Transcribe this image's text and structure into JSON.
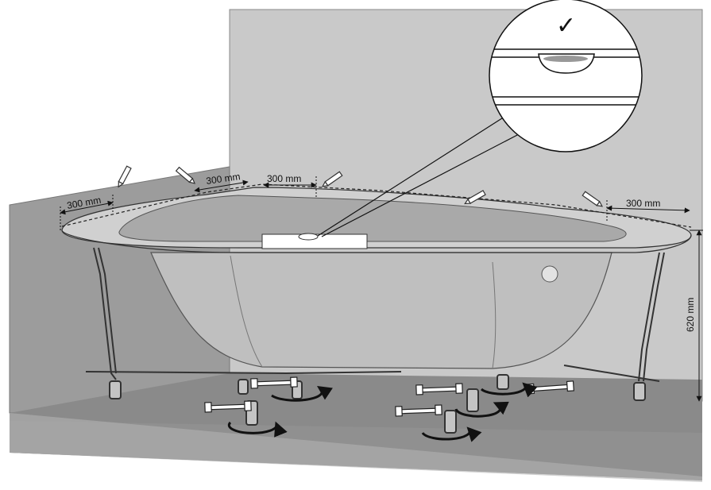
{
  "labels": {
    "dim_left": "300 mm",
    "dim_back_left": "300 mm",
    "dim_back_center": "300 mm",
    "dim_right": "300 mm",
    "dim_height": "620 mm",
    "check_mark": "✓"
  },
  "colors": {
    "floor": "#8a8a8a",
    "floor_front": "#b0b0b0",
    "wall": "#c9c9c9",
    "wall_left": "#9a9a9a",
    "tub": "#bdbdbd",
    "tub_shadow": "#a3a3a3",
    "line": "#111111"
  },
  "icons": [
    "pencil-icon",
    "wrench-icon",
    "rotate-arrow-icon",
    "spirit-level-icon",
    "magnifier-callout-icon"
  ]
}
